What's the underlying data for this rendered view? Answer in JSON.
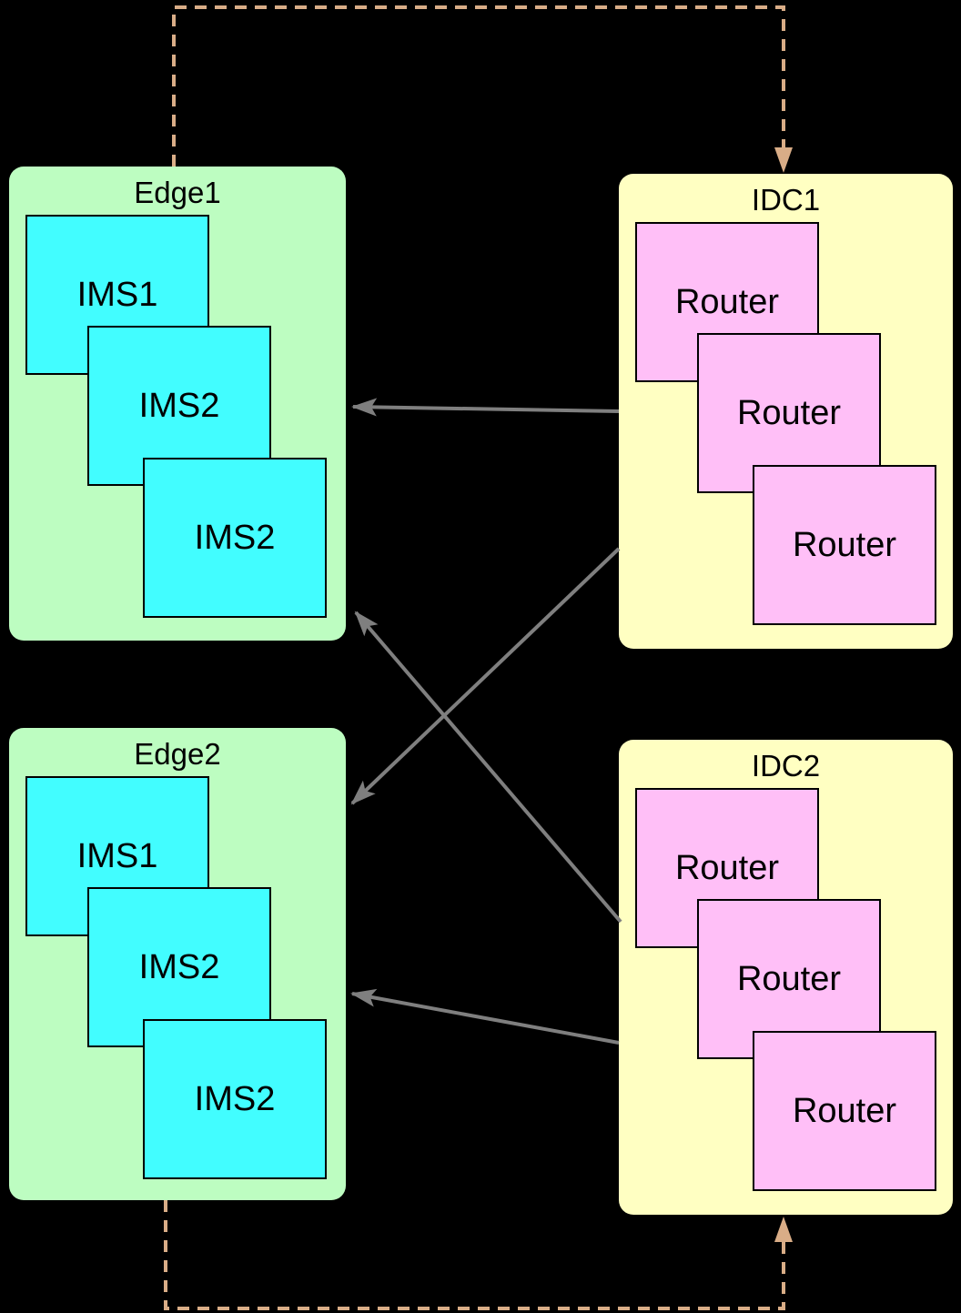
{
  "diagram": {
    "containers": [
      {
        "name": "Edge1",
        "type": "edge",
        "nodes": [
          "IMS1",
          "IMS2",
          "IMS2"
        ]
      },
      {
        "name": "IDC1",
        "type": "idc",
        "nodes": [
          "Router",
          "Router",
          "Router"
        ]
      },
      {
        "name": "Edge2",
        "type": "edge",
        "nodes": [
          "IMS1",
          "IMS2",
          "IMS2"
        ]
      },
      {
        "name": "IDC2",
        "type": "idc",
        "nodes": [
          "Router",
          "Router",
          "Router"
        ]
      }
    ],
    "connections": [
      {
        "from": "IDC1",
        "to": "Edge1",
        "style": "solid",
        "color": "#7f7f7f"
      },
      {
        "from": "IDC1",
        "to": "Edge2",
        "style": "solid",
        "color": "#7f7f7f"
      },
      {
        "from": "IDC2",
        "to": "Edge1",
        "style": "solid",
        "color": "#7f7f7f"
      },
      {
        "from": "IDC2",
        "to": "Edge2",
        "style": "solid",
        "color": "#7f7f7f"
      },
      {
        "from": "Edge1",
        "to": "IDC1",
        "style": "dashed",
        "color": "#d9ad87"
      },
      {
        "from": "Edge2",
        "to": "IDC2",
        "style": "dashed",
        "color": "#d9ad87"
      }
    ],
    "colors": {
      "background": "#000000",
      "edge_container": "#bdfdc1",
      "idc_container": "#ffffc2",
      "ims_node": "#42fdff",
      "router_node": "#ffbff7",
      "solid_arrow": "#7f7f7f",
      "dashed_arrow": "#d9ad87",
      "node_border": "#000000",
      "text": "#000000"
    }
  }
}
